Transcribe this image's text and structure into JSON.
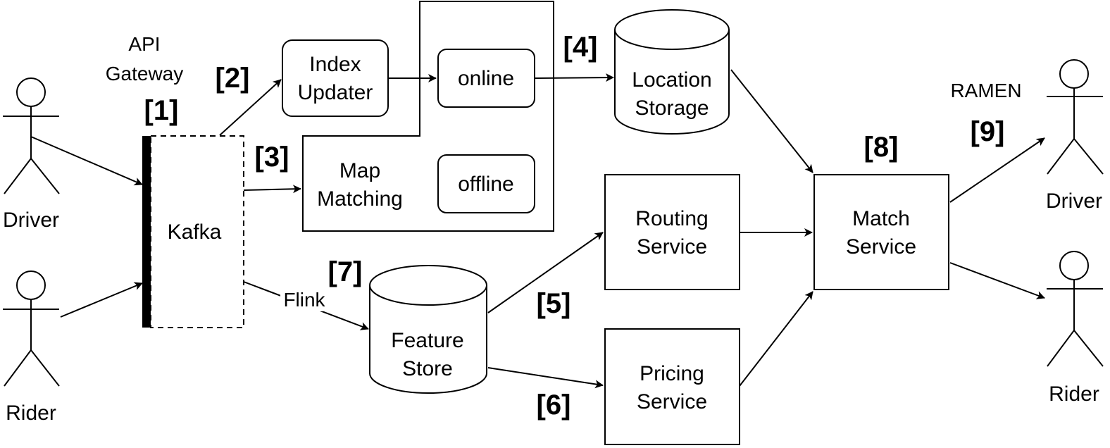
{
  "actors": {
    "driver_left": "Driver",
    "rider_left": "Rider",
    "driver_right": "Driver",
    "rider_right": "Rider"
  },
  "gateway": {
    "line1": "API",
    "line2": "Gateway",
    "step": "[1]"
  },
  "kafka": {
    "label": "Kafka"
  },
  "index_updater": {
    "line1": "Index",
    "line2": "Updater"
  },
  "map_matching": {
    "line1": "Map",
    "line2": "Matching",
    "online": "online",
    "offline": "offline"
  },
  "location_storage": {
    "line1": "Location",
    "line2": "Storage"
  },
  "feature_store": {
    "line1": "Feature",
    "line2": "Store"
  },
  "routing_service": {
    "line1": "Routing",
    "line2": "Service"
  },
  "pricing_service": {
    "line1": "Pricing",
    "line2": "Service"
  },
  "match_service": {
    "line1": "Match",
    "line2": "Service"
  },
  "ramen": {
    "label": "RAMEN"
  },
  "flink": {
    "label": "Flink"
  },
  "steps": {
    "s2": "[2]",
    "s3": "[3]",
    "s4": "[4]",
    "s5": "[5]",
    "s6": "[6]",
    "s7": "[7]",
    "s8": "[8]",
    "s9": "[9]"
  }
}
